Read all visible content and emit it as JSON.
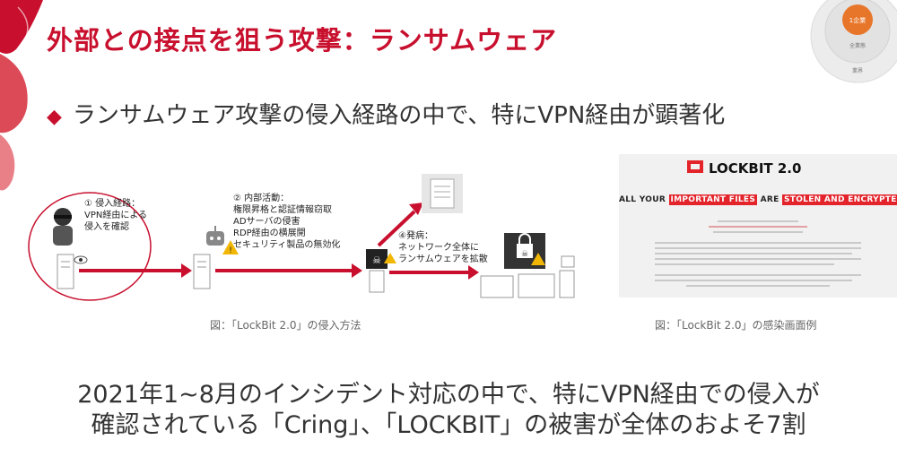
{
  "slide": {
    "title": "外部との接点を狙う攻撃：ランサムウェア",
    "bullet": "ランサムウェア攻撃の侵入経路の中で、特にVPN経由が顕著化",
    "summary_line1": "2021年1~8月のインシデント対応の中で、特にVPN経由での侵入が",
    "summary_line2": "確認されている「Cring」、「LOCKBIT」の被害が全体のおよそ7割"
  },
  "circles": {
    "inner": "1企業",
    "middle": "全業態",
    "outer": "業界",
    "accent": "#e8762a"
  },
  "diagram": {
    "step1_line1": "① 侵入経路：",
    "step1_line2": "VPN経由による",
    "step1_line3": "侵入を確認",
    "step2_line1": "② 内部活動：",
    "step2_line2": "権限昇格と認証情報窃取",
    "step2_line3": "ADサーバの侵害",
    "step2_line4": "RDP経由の横展開",
    "step2_line5": "セキュリティ製品の無効化",
    "step4_line1": "④発病：",
    "step4_line2": "ネットワーク全体に",
    "step4_line3": "ランサムウェアを拡散",
    "caption": "図：「LockBit 2.0」の侵入方法",
    "arrow_color": "#c8102e"
  },
  "lockbit": {
    "logo_text": "LOCKBIT 2.0",
    "head_part1": "ALL YOUR",
    "head_part2": "IMPORTANT FILES",
    "head_part3": "ARE",
    "head_part4": "STOLEN AND ENCRYPTED!",
    "caption": "図：「LockBit 2.0」の感染画面例"
  },
  "colors": {
    "brand": "#c8102e",
    "text": "#333333"
  }
}
